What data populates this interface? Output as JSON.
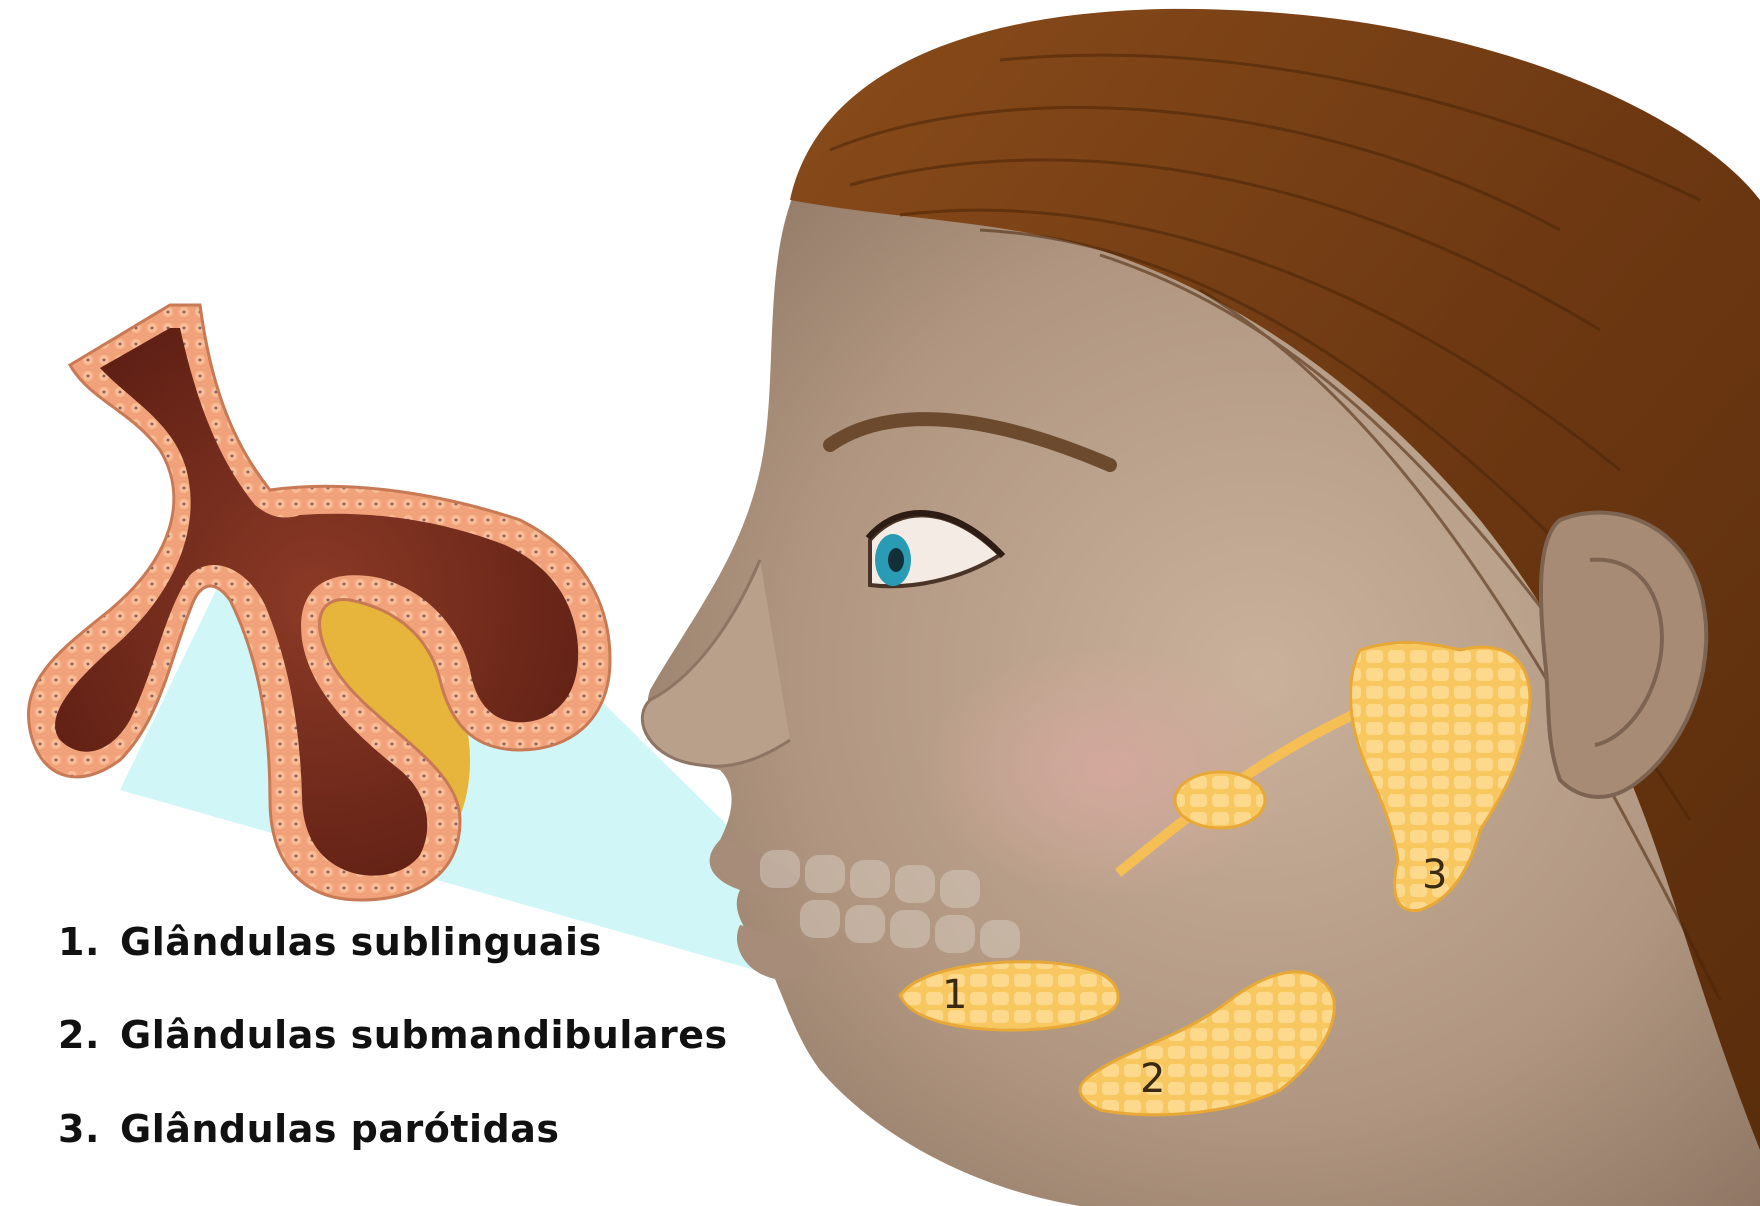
{
  "legend": {
    "items": [
      {
        "num": "1.",
        "label": "Glândulas sublinguais"
      },
      {
        "num": "2.",
        "label": "Glândulas submandibulares"
      },
      {
        "num": "3.",
        "label": "Glândulas parótidas"
      }
    ]
  },
  "gland_labels": {
    "sublingual": "1",
    "submandibular": "2",
    "parotid": "3"
  },
  "colors": {
    "skin": "#b59c86",
    "skin_shadow": "#8e7562",
    "hair": "#7b4215",
    "hair_dark": "#4a2508",
    "gland": "#f8c35a",
    "gland_outline": "#e8a838",
    "duct_lumen": "#7a2e1e",
    "duct_wall": "#f3a77a",
    "beam": "#c8f5f7"
  }
}
